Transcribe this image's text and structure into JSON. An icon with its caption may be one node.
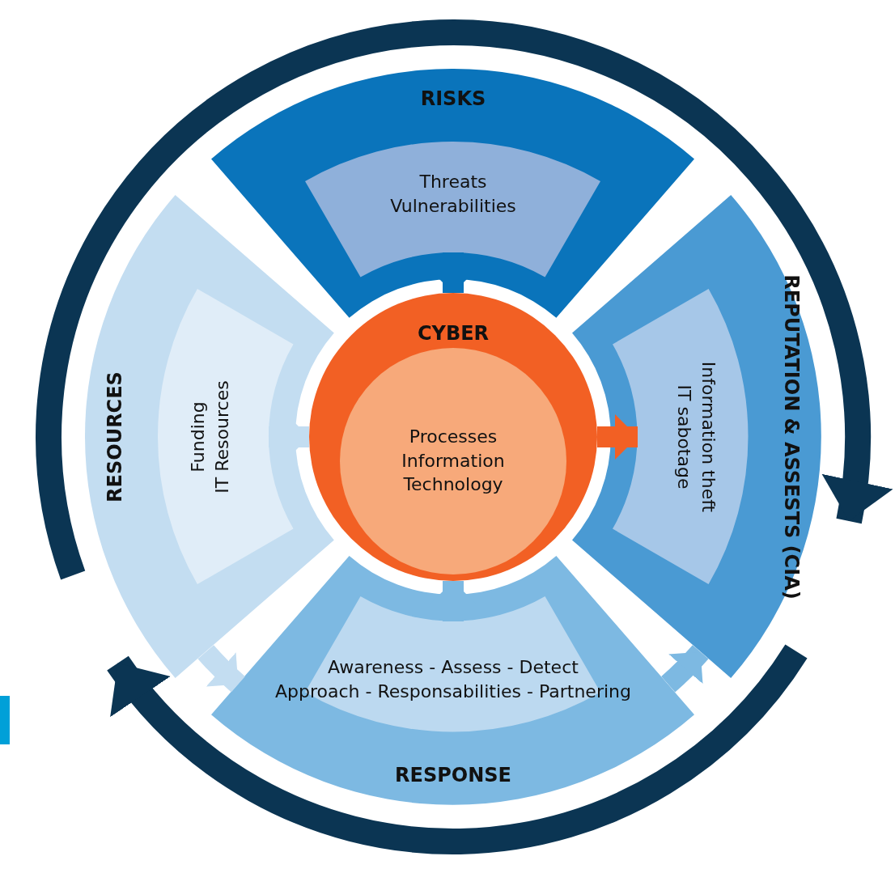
{
  "diagram": {
    "nodes": [
      {
        "text": [
          "RISKS"
        ]
      },
      {
        "text": [
          "Threats",
          "Vulnerabilities"
        ],
        "in": 0
      },
      {
        "text": [
          "REPUTATION & ASSESTS (CIA)"
        ]
      },
      {
        "text": [
          "Information theft",
          "IT sabotage"
        ],
        "in": 2
      },
      {
        "text": [
          "RESPONSE"
        ]
      },
      {
        "text": [
          "Awareness - Assess - Detect",
          "Approach - Responsabilities - Partnering"
        ],
        "in": 4
      },
      {
        "text": [
          "RESOURCES"
        ]
      },
      {
        "text": [
          "Funding",
          "IT Resources"
        ],
        "in": 6
      },
      {
        "text": [
          "CYBER"
        ]
      },
      {
        "text": [
          "Processes",
          "Information",
          "Technology"
        ],
        "in": 8
      }
    ],
    "edges": [
      {
        "from": 1,
        "to": 8,
        "arrow": "to",
        "color": "#0a74bb"
      },
      {
        "from": 7,
        "to": 8,
        "arrow": "to",
        "color": "#c3ddf1"
      },
      {
        "from": 8,
        "to": 3,
        "arrow": "to",
        "color": "#f26024"
      },
      {
        "from": 5,
        "to": 8,
        "arrow": "to",
        "color": "#7db9e2"
      },
      {
        "from": 6,
        "to": 4,
        "arrow": "to",
        "color": "#c3ddf1"
      },
      {
        "from": 4,
        "to": 2,
        "arrow": "to",
        "color": "#7db9e2"
      }
    ]
  }
}
